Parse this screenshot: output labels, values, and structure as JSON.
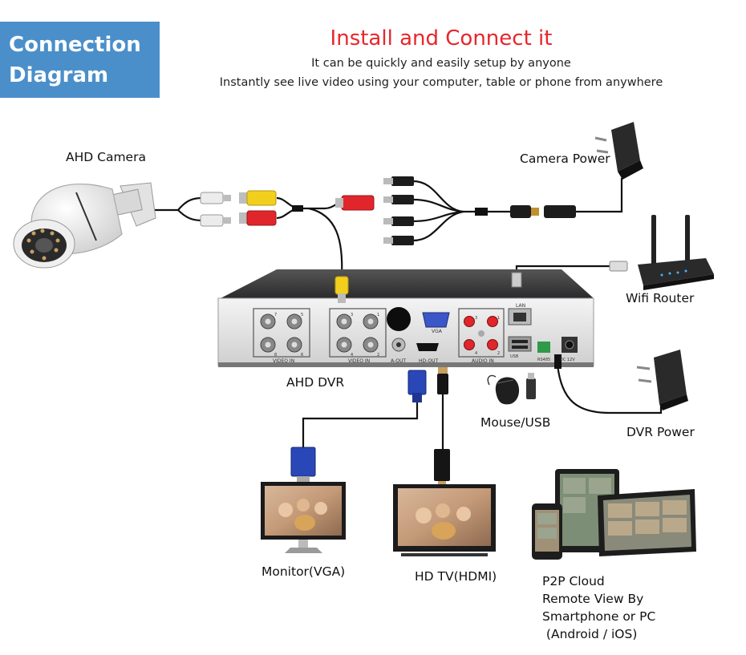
{
  "badge": {
    "line1": "Connection",
    "line2": "Diagram"
  },
  "header": {
    "title": "Install and Connect it",
    "subtitle1": "It can be quickly and easily setup by anyone",
    "subtitle2": "Instantly see live video using your computer, table or phone from anywhere"
  },
  "labels": {
    "camera": "AHD Camera",
    "camera_power": "Camera Power",
    "router": "Wifi Router",
    "dvr": "AHD DVR",
    "mouse": "Mouse/USB",
    "dvr_power": "DVR Power",
    "monitor": "Monitor(VGA)",
    "tv": "HD TV(HDMI)",
    "cloud": [
      "P2P Cloud",
      "Remote View By",
      "Smartphone or PC",
      " (Android / iOS)"
    ]
  },
  "dvr_panel": {
    "video_in": "VIDEO IN",
    "a_out": "A-OUT",
    "hd_out": "HD-OUT",
    "vga": "VGA",
    "audio_in": "AUDIO IN",
    "lan": "LAN",
    "rs485": "RS485",
    "dc12v": "DC 12V",
    "usb": "USB",
    "ports_left": [
      "7",
      "5",
      "8",
      "6"
    ],
    "ports_mid": [
      "3",
      "1",
      "4",
      "2"
    ],
    "audio_ports": [
      "3",
      "1",
      "4",
      "2"
    ]
  },
  "colors": {
    "badge": "#4a8fca",
    "title": "#e8262b",
    "dvr_body": "#3a3a3c",
    "vga_blue": "#2a47b8",
    "rca_yellow": "#f2cf1c",
    "rca_red": "#e0262b"
  }
}
